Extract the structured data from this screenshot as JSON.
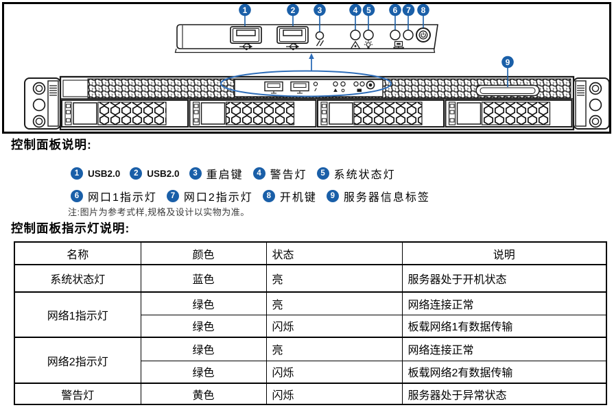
{
  "colors": {
    "balloon_blue": "#1a5fa8",
    "diagram_blue": "#2e6db8",
    "line_black": "#1a1a1a"
  },
  "figure": {
    "balloons": [
      "1",
      "2",
      "3",
      "4",
      "5",
      "6",
      "7",
      "8",
      "9"
    ]
  },
  "panel_section": {
    "heading": "控制面板说明:"
  },
  "legend": {
    "row1": [
      {
        "num": "1",
        "label": "USB2.0"
      },
      {
        "num": "2",
        "label": "USB2.0"
      },
      {
        "num": "3",
        "label": "重启键"
      },
      {
        "num": "4",
        "label": "警告灯"
      },
      {
        "num": "5",
        "label": "系统状态灯"
      }
    ],
    "row2": [
      {
        "num": "6",
        "label": "网口1指示灯"
      },
      {
        "num": "7",
        "label": "网口2指示灯"
      },
      {
        "num": "8",
        "label": "开机键"
      },
      {
        "num": "9",
        "label": "服务器信息标签"
      }
    ],
    "note": "注:图片为参考式样,规格及设计以实物为准。"
  },
  "indicator_section": {
    "heading": "控制面板指示灯说明:"
  },
  "table": {
    "headers": [
      "名称",
      "颜色",
      "状态",
      "说明"
    ],
    "rows": [
      {
        "name": "系统状态灯",
        "color": "蓝色",
        "state": "亮",
        "desc": "服务器处于开机状态"
      },
      {
        "name": "网络1指示灯",
        "color": "绿色",
        "state": "亮",
        "desc": "网络连接正常"
      },
      {
        "color": "绿色",
        "state": "闪烁",
        "desc": "板载网络1有数据传输"
      },
      {
        "name": "网络2指示灯",
        "color": "绿色",
        "state": "亮",
        "desc": "网络连接正常"
      },
      {
        "color": "绿色",
        "state": "闪烁",
        "desc": "板载网络2有数据传输"
      },
      {
        "name": "警告灯",
        "color": "黄色",
        "state": "闪烁",
        "desc": "服务器处于异常状态"
      }
    ]
  }
}
